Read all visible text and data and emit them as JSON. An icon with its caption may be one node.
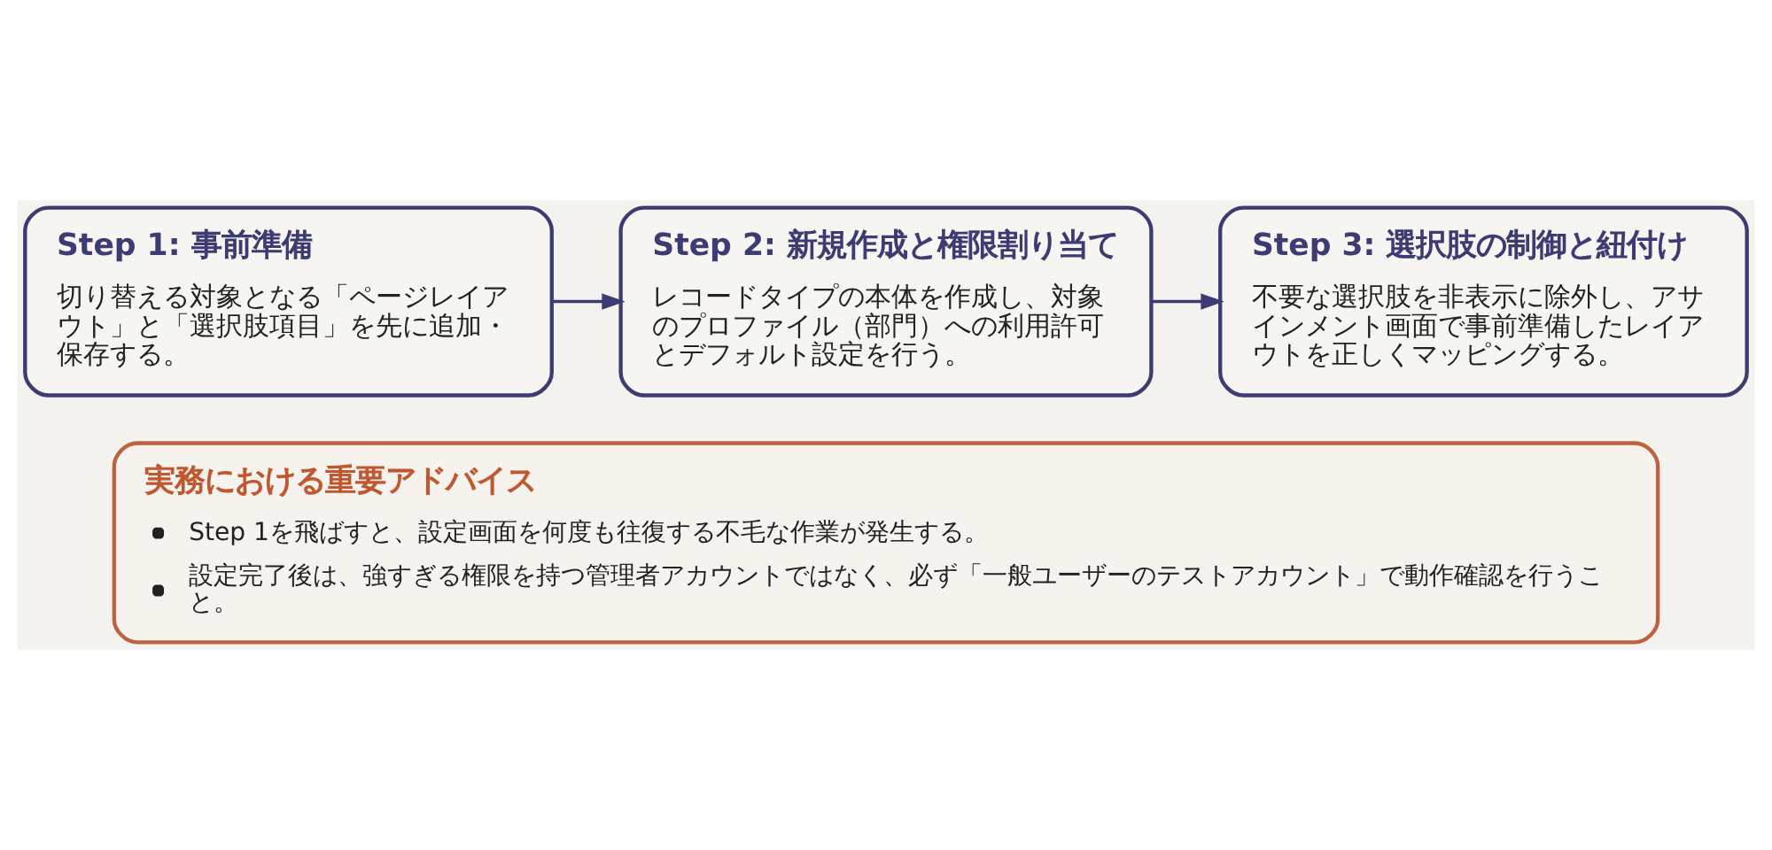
{
  "diagram": {
    "nodes": [
      {
        "text": [
          "Step 1: 事前準備",
          "切り替える対象となる「ページレイアウト」と「選択肢項目」を先に追加・保存する。"
        ]
      },
      {
        "text": [
          "Step 2: 新規作成と権限割り当て",
          "レコードタイプの本体を作成し、対象のプロファイル（部門）への利用許可とデフォルト設定を行う。"
        ]
      },
      {
        "text": [
          "Step 3: 選択肢の制御と紐付け",
          "不要な選択肢を非表示に除外し、アサインメント画面で事前準備したレイアウトを正しくマッピングする。"
        ]
      },
      {
        "text": [
          "実務における重要アドバイス",
          "Step 1を飛ばすと、設定画面を何度も往復する不毛な作業が発生する。",
          "設定完了後は、強すぎる権限を持つ管理者アカウントではなく、必ず「一般ユーザーのテストアカウント」で動作確認を行うこと。"
        ]
      }
    ],
    "edges": [
      {
        "from": 0,
        "to": 1,
        "arrow": "to"
      },
      {
        "from": 1,
        "to": 2,
        "arrow": "to"
      }
    ]
  }
}
